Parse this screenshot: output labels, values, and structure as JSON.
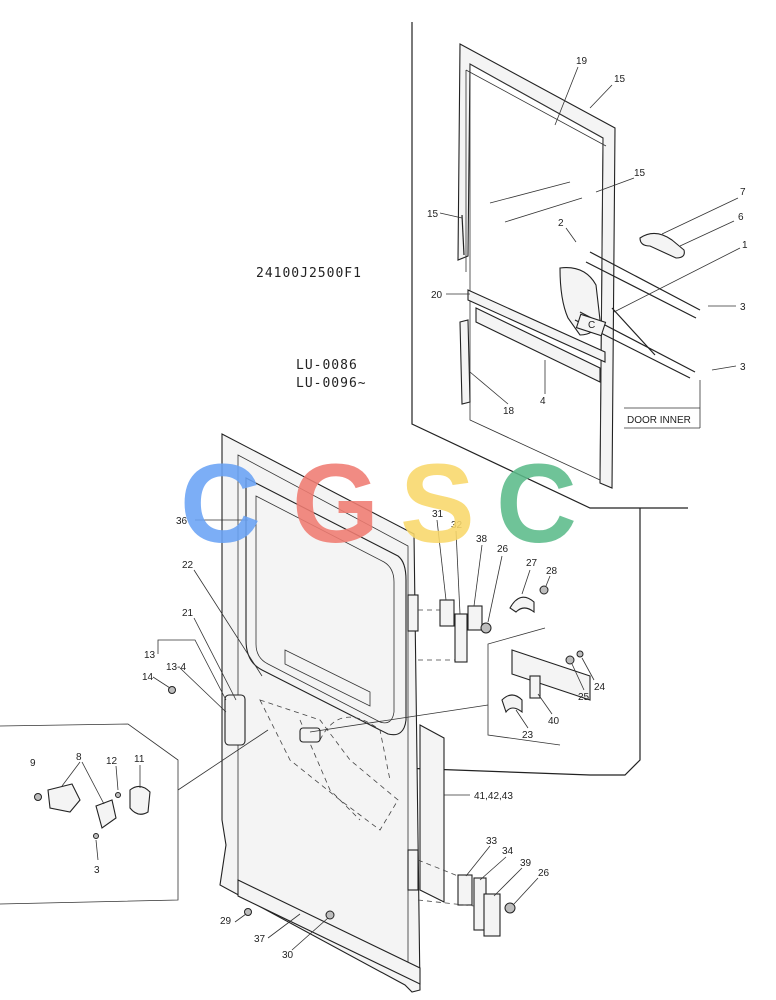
{
  "header": {
    "part_code": "24100J2500F1",
    "serial_1": "LU-0086",
    "serial_2": "LU-0096~"
  },
  "box_label": "DOOR INNER",
  "watermark": {
    "letters": [
      {
        "char": "C",
        "color": "#6aa3f5"
      },
      {
        "char": "G",
        "color": "#f07c72"
      },
      {
        "char": "S",
        "color": "#f9d86a"
      },
      {
        "char": "C",
        "color": "#5cbb8a"
      }
    ]
  },
  "callouts": {
    "c1": "1",
    "c2": "2",
    "c3a": "3",
    "c3b": "3",
    "c3c": "3",
    "c4": "4",
    "c6": "6",
    "c7": "7",
    "c8": "8",
    "c9": "9",
    "c11": "11",
    "c12": "12",
    "c13": "13",
    "c13_4": "13-4",
    "c14": "14",
    "c15a": "15",
    "c15b": "15",
    "c15c": "15",
    "c18": "18",
    "c19": "19",
    "c20": "20",
    "c21": "21",
    "c22": "22",
    "c23": "23",
    "c24": "24",
    "c25": "25",
    "c26a": "26",
    "c26b": "26",
    "c27": "27",
    "c28": "28",
    "c29": "29",
    "c30": "30",
    "c31": "31",
    "c32": "32",
    "c33": "33",
    "c34": "34",
    "c36": "36",
    "c37": "37",
    "c38": "38",
    "c39": "39",
    "c40": "40",
    "c41": "41,42,43",
    "glass_mark": "C"
  }
}
